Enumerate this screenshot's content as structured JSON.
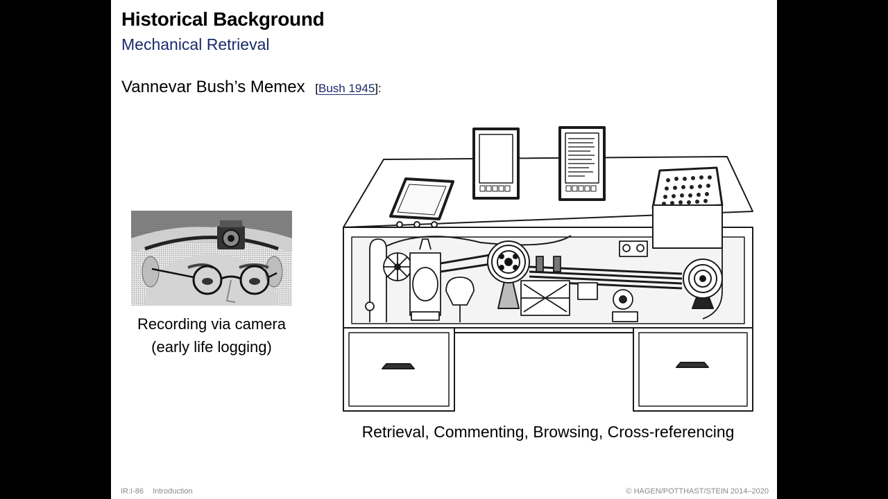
{
  "slide": {
    "title": "Historical Background",
    "subtitle": "Mechanical Retrieval",
    "heading": "Vannevar Bush’s Memex",
    "citation_open": "[",
    "citation": "Bush 1945",
    "citation_close": "]:",
    "photo_caption_line1": "Recording via camera",
    "photo_caption_line2": "(early life logging)",
    "memex_caption": "Retrieval, Commenting, Browsing, Cross-referencing"
  },
  "footer": {
    "slide_number": "IR:I-86",
    "section": "Introduction",
    "copyright": "© HAGEN/POTTHAST/STEIN 2014–2020"
  },
  "colors": {
    "background": "#000000",
    "slide_background": "#ffffff",
    "subtitle": "#1a2a6c",
    "footer": "#888888"
  },
  "icons": {
    "photo": "head-mounted-camera-photo",
    "illustration": "memex-desk-illustration"
  }
}
